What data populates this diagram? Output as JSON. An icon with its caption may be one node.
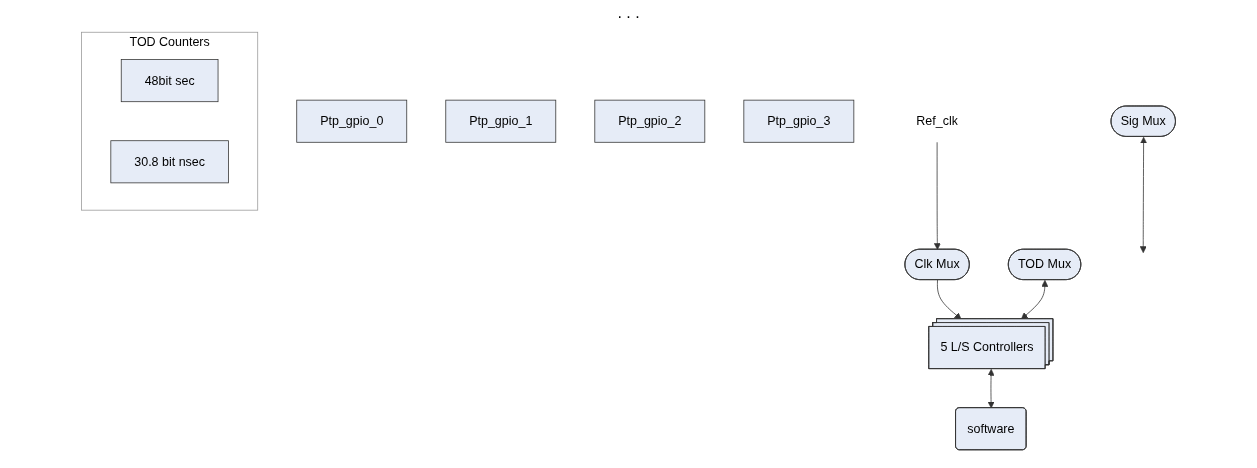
{
  "diagram": {
    "nodes": [
      {
        "text": [
          "Ptp_gpio_0"
        ]
      },
      {
        "text": [
          "Ptp_gpio_1"
        ]
      },
      {
        "text": [
          "Ptp_gpio_2"
        ]
      },
      {
        "text": [
          "Ptp_gpio_3"
        ]
      },
      {
        "text": [
          "Sig Mux"
        ]
      },
      {
        "text": [
          "Clk Mux"
        ]
      },
      {
        "text": [
          "Ref_clk"
        ]
      },
      {
        "text": [
          "TOD Counters"
        ]
      },
      {
        "text": [
          "48bit sec"
        ],
        "in": 7
      },
      {
        "text": [
          "30.8 bit nsec"
        ],
        "in": 7
      },
      {
        "text": [
          "TOD Mux"
        ]
      },
      {
        "text": [
          "5 L/S Controllers"
        ]
      },
      {
        "text": [
          "software"
        ]
      }
    ],
    "edges": [
      {
        "from": 6,
        "to": 5,
        "arrow": "to"
      },
      {
        "from": 4,
        "to": null,
        "arrow": "both"
      },
      {
        "from": 5,
        "to": 11,
        "arrow": "to"
      },
      {
        "from": 10,
        "to": 11,
        "arrow": "both"
      },
      {
        "from": 11,
        "to": 12,
        "arrow": "both"
      }
    ],
    "labels": [
      ". . ."
    ]
  }
}
